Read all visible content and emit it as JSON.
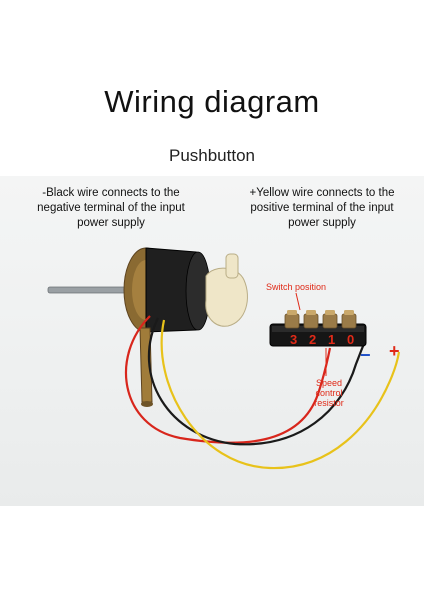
{
  "title": "Wiring diagram",
  "subtitle": "Pushbutton",
  "captions": {
    "left": [
      "-Black wire connects to the",
      "negative terminal of the input",
      "power supply"
    ],
    "right": [
      "+Yellow wire connects to the",
      "positive terminal of the input",
      "power supply"
    ]
  },
  "labels": {
    "switch_position": "Switch position",
    "speed_control": [
      "Speed",
      "control",
      "resistor"
    ]
  },
  "switch_numbers": [
    "3",
    "2",
    "1",
    "0"
  ],
  "signs": {
    "minus": "−",
    "plus": "+"
  },
  "colors": {
    "label_red": "#e02a18",
    "wire_red": "#d8261c",
    "wire_black": "#1a1a1a",
    "wire_yellow": "#e8c21a"
  }
}
